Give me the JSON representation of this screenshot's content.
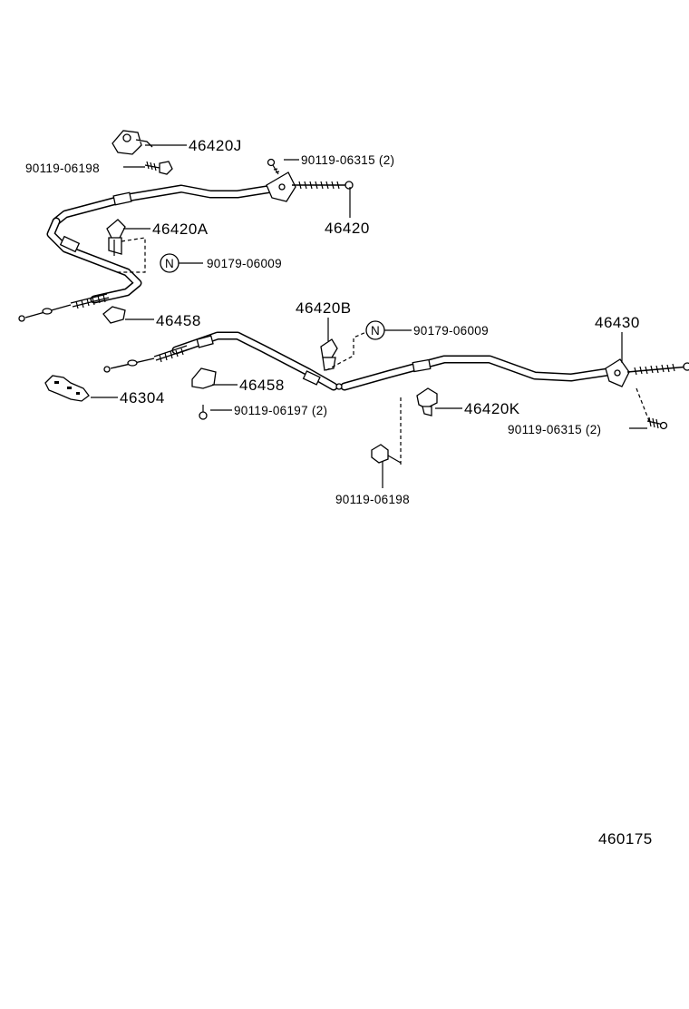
{
  "diagram_id": "460175",
  "callouts": {
    "p46420J": "46420J",
    "p90119_06198_a": "90119-06198",
    "p90119_06315_a": "90119-06315 (2)",
    "p46420": "46420",
    "p46420A": "46420A",
    "p90179_06009_a": "90179-06009",
    "p46458_a": "46458",
    "p46420B": "46420B",
    "p90179_06009_b": "90179-06009",
    "p46430": "46430",
    "p46458_b": "46458",
    "p46304": "46304",
    "p90119_06197": "90119-06197 (2)",
    "p46420K": "46420K",
    "p90119_06315_b": "90119-06315 (2)",
    "p90119_06198_b": "90119-06198"
  },
  "new_part_mark": "N"
}
